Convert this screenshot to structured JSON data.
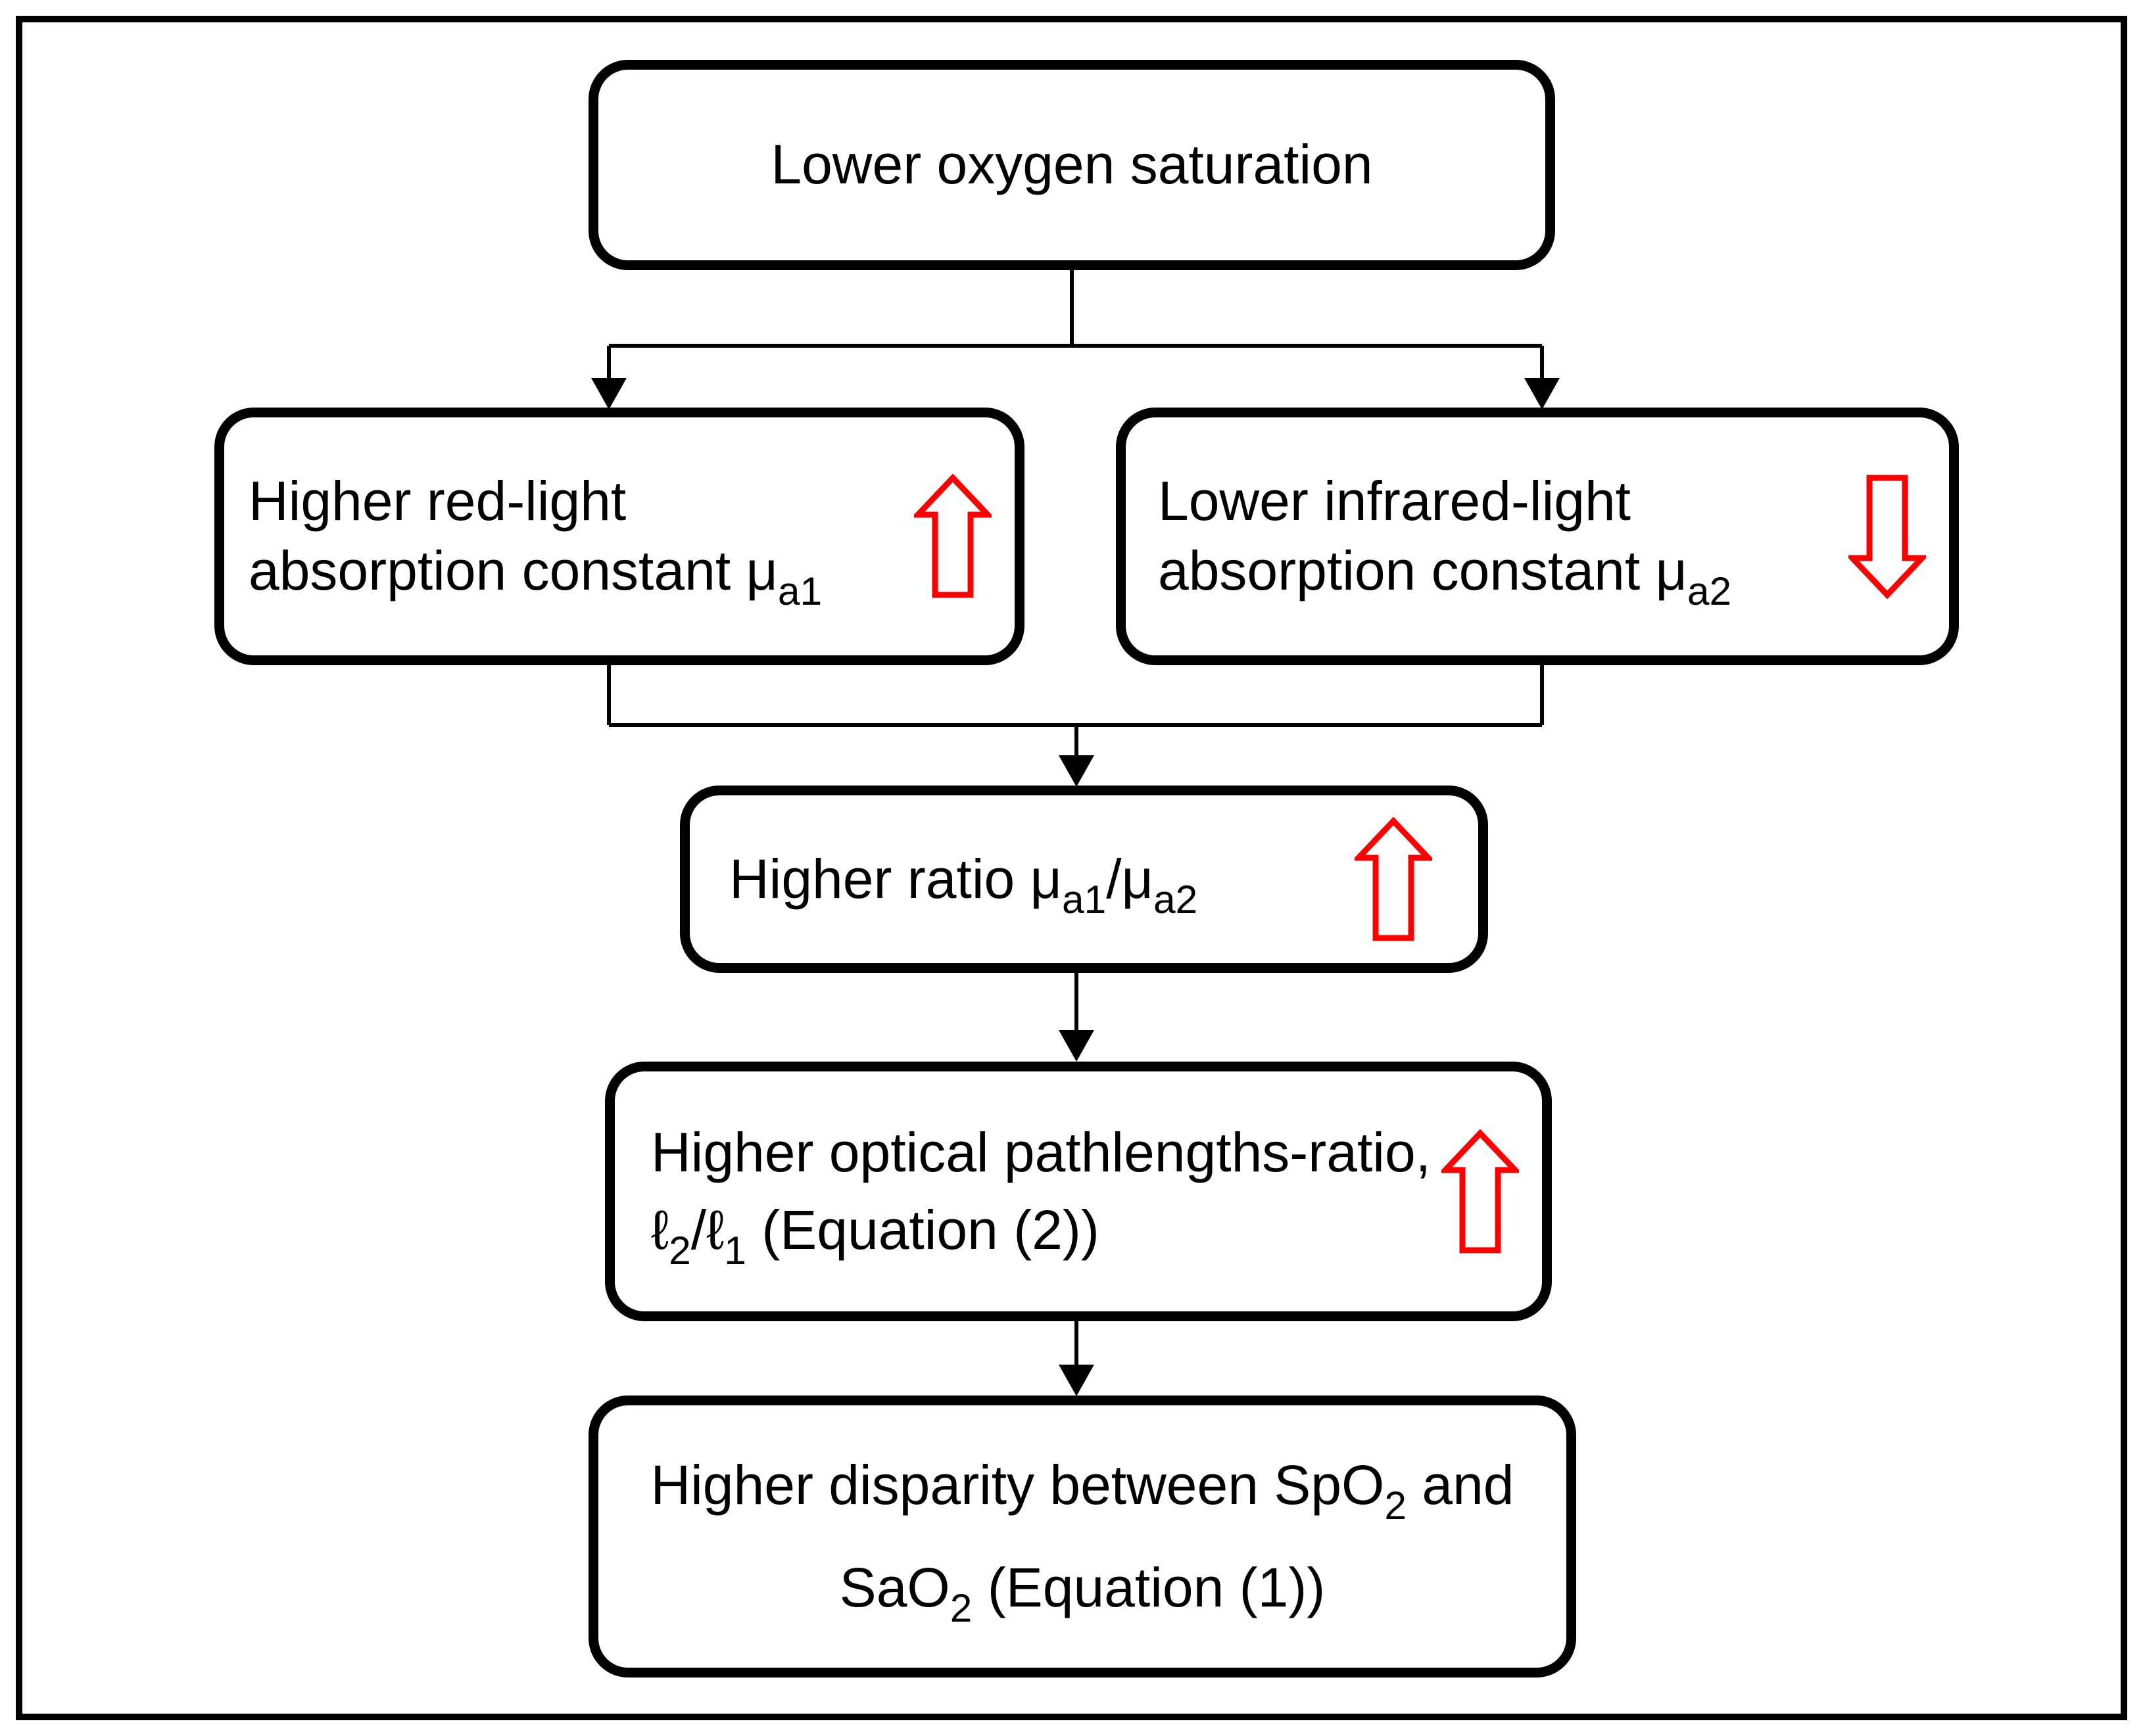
{
  "colors": {
    "background": "#ffffff",
    "ink": "#000000",
    "trend_arrow_red": "#ff0000"
  },
  "nodes": [
    {
      "id": "lower-oxygen-saturation",
      "trend": null,
      "lines": [
        [
          {
            "t": "Lower oxygen saturation"
          }
        ]
      ]
    },
    {
      "id": "higher-red-light-absorption-constant",
      "trend": "up",
      "lines": [
        [
          {
            "t": "Higher red-light"
          }
        ],
        [
          {
            "t": "absorption constant μ"
          },
          {
            "t": "a1",
            "sub": true
          }
        ]
      ]
    },
    {
      "id": "lower-infrared-light-absorption-constant",
      "trend": "down",
      "lines": [
        [
          {
            "t": "Lower infrared-light"
          }
        ],
        [
          {
            "t": "absorption constant μ"
          },
          {
            "t": "a2",
            "sub": true
          }
        ]
      ]
    },
    {
      "id": "higher-ratio",
      "trend": "up",
      "lines": [
        [
          {
            "t": "Higher ratio μ"
          },
          {
            "t": "a1",
            "sub": true
          },
          {
            "t": "/μ"
          },
          {
            "t": "a2",
            "sub": true
          }
        ]
      ]
    },
    {
      "id": "higher-optical-pathlengths-ratio",
      "trend": "up",
      "lines": [
        [
          {
            "t": "Higher optical pathlengths-ratio,"
          }
        ],
        [
          {
            "t": "ℓ"
          },
          {
            "t": "2",
            "sub": true
          },
          {
            "t": "/ℓ"
          },
          {
            "t": "1",
            "sub": true
          },
          {
            "t": " (Equation (2))"
          }
        ]
      ]
    },
    {
      "id": "higher-disparity-spo2-sao2",
      "trend": null,
      "lines": [
        [
          {
            "t": "Higher disparity between SpO"
          },
          {
            "t": "2",
            "sub": true
          },
          {
            "t": " and"
          }
        ],
        [
          {
            "t": "SaO"
          },
          {
            "t": "2",
            "sub": true
          },
          {
            "t": " (Equation (1))"
          }
        ]
      ]
    }
  ]
}
